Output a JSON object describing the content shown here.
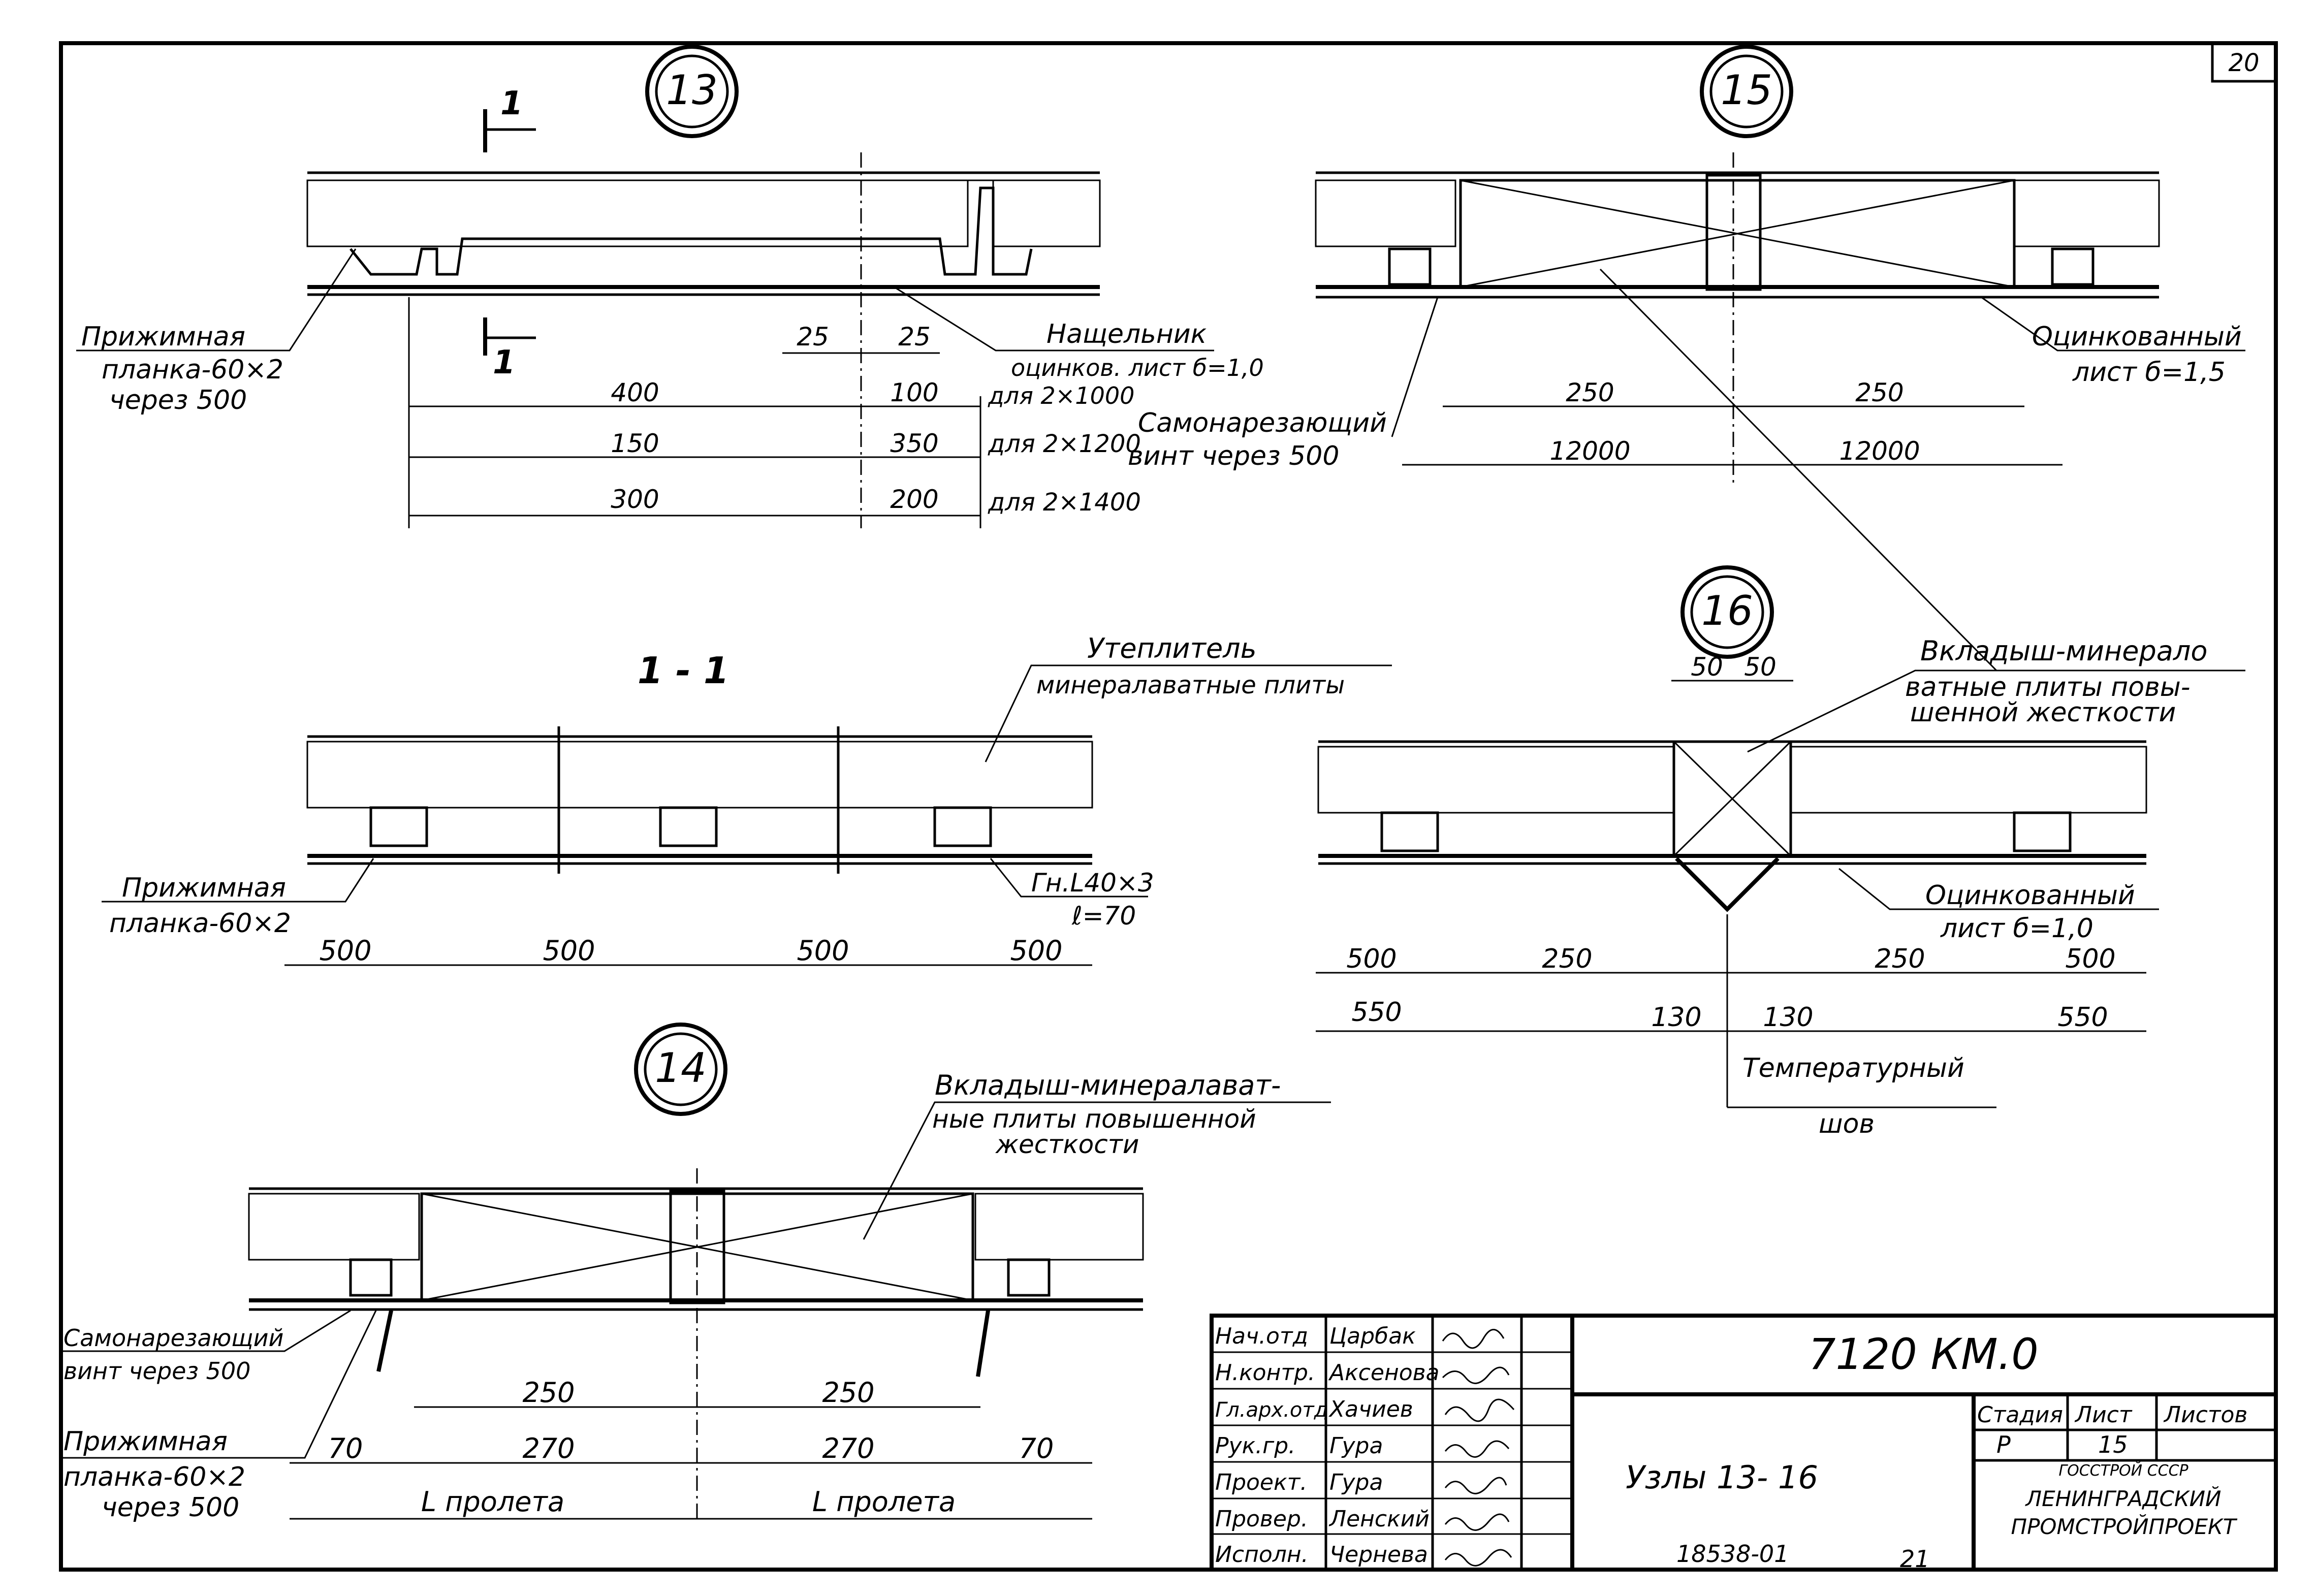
{
  "sheet_number": "20",
  "nodes": {
    "n13": {
      "number": "13",
      "section_mark": "1",
      "callouts": {
        "clamp": [
          "Прижимная",
          "планка-60×2",
          "через 500"
        ],
        "flashing": [
          "Нащельник",
          "оцинков. лист б=1,0",
          "для 2×1000"
        ],
        "screw": [
          "Самонарезающий",
          "винт через 500"
        ]
      },
      "dims": {
        "gap_a": "25",
        "gap_b": "25",
        "row1_a": "400",
        "row1_b": "100",
        "row2_a": "150",
        "row2_b": "350",
        "row2_note": "для 2×1200",
        "row3_a": "300",
        "row3_b": "200",
        "row3_note": "для 2×1400"
      }
    },
    "n15": {
      "number": "15",
      "callout": [
        "Оцинкованный",
        "лист б=1,5"
      ],
      "dims": {
        "a": "250",
        "b": "250",
        "c": "12000",
        "d": "12000"
      }
    },
    "section11": {
      "title": "1 - 1",
      "callouts": {
        "insulation": [
          "Утеплитель",
          "минералаватные плиты"
        ],
        "clamp": [
          "Прижимная",
          "планка-60×2"
        ],
        "angle": [
          "Гн.L40×3",
          "ℓ=70"
        ]
      },
      "dims": [
        "500",
        "500",
        "500",
        "500"
      ]
    },
    "n16": {
      "number": "16",
      "callouts": {
        "insert": [
          "Вкладыш-минерало",
          "ватные плиты повы-",
          "шенной жесткости"
        ],
        "sheet": [
          "Оцинкованный",
          "лист б=1,0"
        ],
        "joint": [
          "Температурный",
          "шов"
        ]
      },
      "dims": {
        "top_a": "50",
        "top_b": "50",
        "r1": [
          "500",
          "250",
          "250",
          "500"
        ],
        "r2": [
          "550",
          "130",
          "130",
          "550"
        ]
      }
    },
    "n14": {
      "number": "14",
      "callouts": {
        "insert": [
          "Вкладыш-минералават-",
          "ные плиты повышенной",
          "жесткости"
        ],
        "screw": [
          "Самонарезающий",
          "винт через 500"
        ],
        "clamp": [
          "Прижимная",
          "планка-60×2",
          "через 500"
        ]
      },
      "dims": {
        "r1": [
          "250",
          "250"
        ],
        "r2": [
          "70",
          "270",
          "270",
          "70"
        ],
        "span_a": "L пролета",
        "span_b": "L пролета"
      }
    }
  },
  "title_block": {
    "code": "7120 КМ.0",
    "name": "Узлы 13- 16",
    "roles": [
      "Нач.отд",
      "Н.контр.",
      "Гл.арх.отд",
      "Рук.гр.",
      "Проект.",
      "Провер.",
      "Исполн."
    ],
    "people": [
      "Царбак",
      "Аксенова",
      "Хачиев",
      "Гура",
      "Гура",
      "Ленский",
      "Чернева"
    ],
    "stage_header": "Стадия",
    "sheet_header": "Лист",
    "sheets_header": "Листов",
    "stage": "Р",
    "sheet": "15",
    "org": [
      "ГОССТРОЙ СССР",
      "ЛЕНИНГРАДСКИЙ",
      "ПРОМСТРОЙПРОЕКТ"
    ]
  },
  "footer": {
    "archive": "18538-01",
    "page": "21"
  }
}
